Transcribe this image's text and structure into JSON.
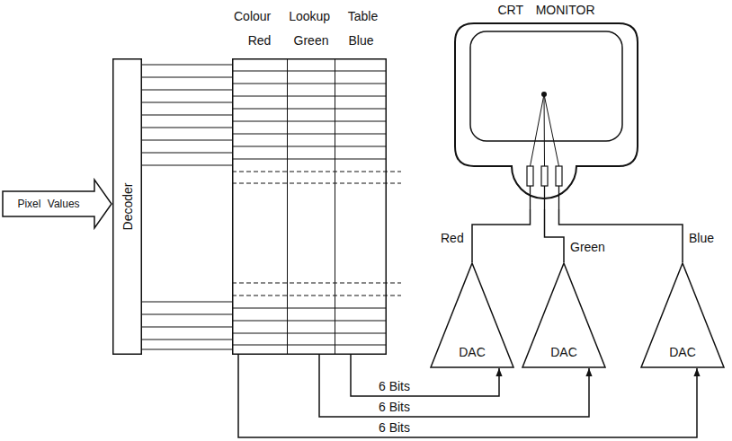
{
  "diagram": {
    "nodes": [
      {
        "text": [
          "Pixel Values"
        ]
      },
      {
        "text": [
          "Decoder"
        ]
      },
      {
        "text": [
          "Colour Lookup Table"
        ]
      },
      {
        "text": [
          "Red"
        ],
        "in": 2
      },
      {
        "text": [
          "Green"
        ],
        "in": 2
      },
      {
        "text": [
          "Blue"
        ],
        "in": 2
      },
      {
        "text": [
          "CRT MONITOR"
        ]
      },
      {
        "text": [
          "DAC"
        ]
      },
      {
        "text": [
          "DAC"
        ]
      },
      {
        "text": [
          "DAC"
        ]
      }
    ],
    "edges": [
      {
        "from": 1,
        "to": 2,
        "arrow": "none"
      },
      {
        "from": 5,
        "to": 7,
        "label": "6 Bits",
        "arrow": "to"
      },
      {
        "from": 4,
        "to": 8,
        "label": "6 Bits",
        "arrow": "to"
      },
      {
        "from": 3,
        "to": 9,
        "label": "6 Bits",
        "arrow": "to"
      },
      {
        "from": 7,
        "to": 6,
        "label": "Red",
        "arrow": "none"
      },
      {
        "from": 8,
        "to": 6,
        "label": "Green",
        "arrow": "none"
      },
      {
        "from": 9,
        "to": 6,
        "label": "Blue",
        "arrow": "none"
      }
    ]
  }
}
